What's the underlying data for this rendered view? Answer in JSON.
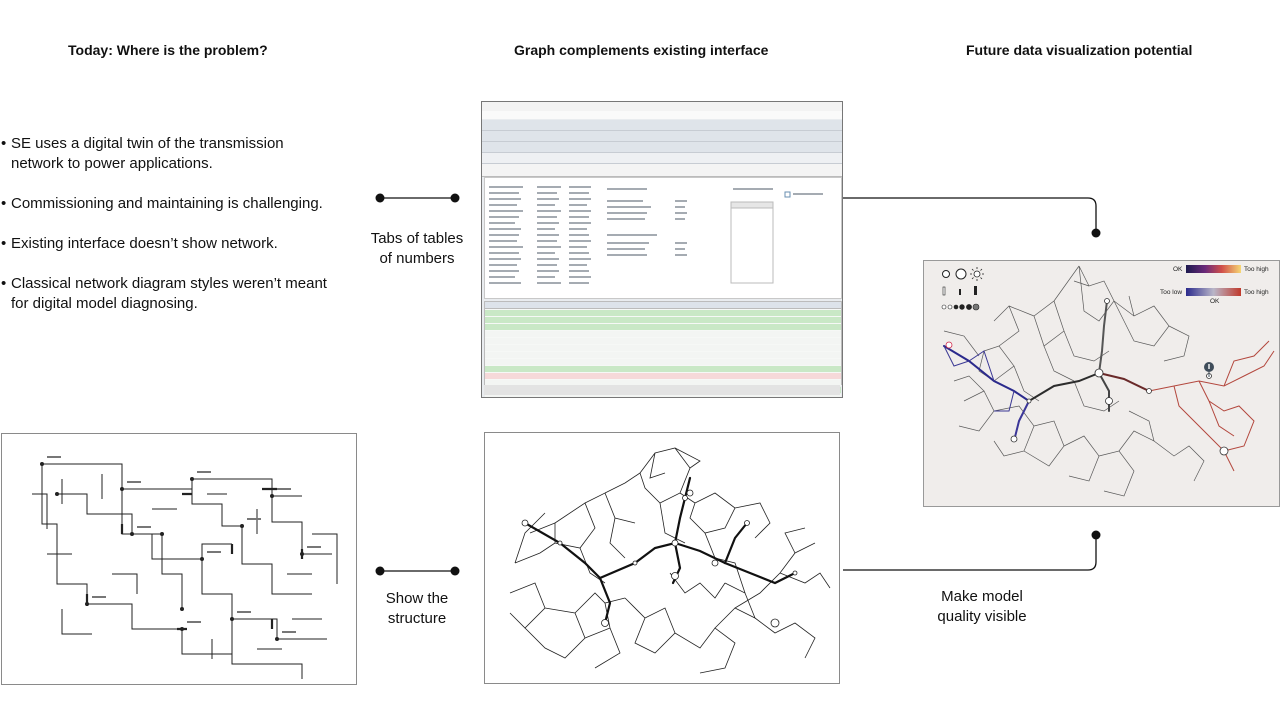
{
  "titles": {
    "today": "Today: Where is the problem?",
    "middle": "Graph complements existing interface",
    "future": "Future data visualization potential"
  },
  "bullets": [
    "SE uses a digital twin of the transmission network to power applications.",
    "Commissioning and maintaining is challenging.",
    "Existing interface doesn’t show network.",
    "Classical network diagram styles weren’t meant for digital model diagnosing."
  ],
  "labels": {
    "tabs": [
      "Tabs of tables",
      "of numbers"
    ],
    "structure": [
      "Show the",
      "structure"
    ],
    "quality": [
      "Make model",
      "quality visible"
    ]
  },
  "legend": {
    "scale1_left": "OK",
    "scale1_right": "Too high",
    "scale2_left": "Too low",
    "scale2_right": "Too high",
    "scale2_mid": "OK"
  },
  "colors": {
    "connector": "#111111",
    "graph_line": "#222222",
    "low_color": "#2b2a8c",
    "high_color": "#c0392b",
    "log_green": "#c9e8c6",
    "panel_bg": "#f0edeb"
  },
  "icons": [
    "circle-small-icon",
    "circle-large-icon",
    "sun-icon",
    "bar-icons",
    "dot-size-icons",
    "info-pin-icon"
  ]
}
